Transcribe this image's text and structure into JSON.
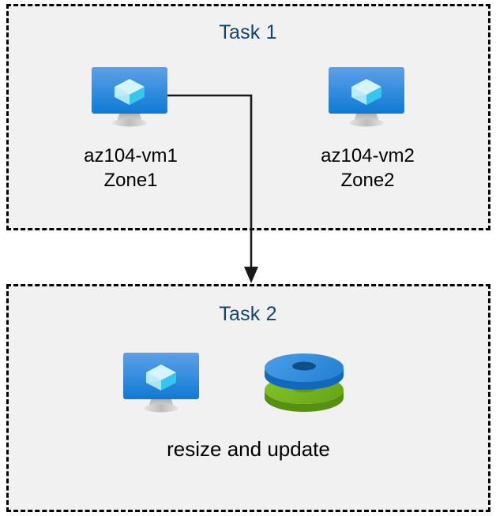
{
  "diagram": {
    "title": "Azure VM task flow diagram",
    "background_color": "#ffffff",
    "box_fill_color": "#f1f1f1",
    "box_border_color": "#000000",
    "title_color": "#10456e",
    "label_color": "#000000",
    "connector_color": "#1a1a1a"
  },
  "task1": {
    "title": "Task 1",
    "nodes": [
      {
        "icon": "virtual-machine-icon",
        "name_line1": "az104-vm1",
        "name_line2": "Zone1"
      },
      {
        "icon": "virtual-machine-icon",
        "name_line1": "az104-vm2",
        "name_line2": "Zone2"
      }
    ]
  },
  "task2": {
    "title": "Task 2",
    "nodes": [
      {
        "icon": "virtual-machine-icon"
      },
      {
        "icon": "disks-icon"
      }
    ],
    "caption": "resize and update"
  },
  "connector": {
    "from": "az104-vm1",
    "to": "Task 2",
    "arrowhead": "down-arrow"
  },
  "palette": {
    "vm_screen_top": "#5ea0e8",
    "vm_screen_bottom": "#0f7ad4",
    "vm_stand": "#b3b3b3",
    "cube_light": "#cdf2fb",
    "cube_mid": "#9fe3f7",
    "cube_dark": "#32c6f0",
    "disk_blue_top": "#3d96e3",
    "disk_blue_side": "#1572cc",
    "disk_blue_hole": "#10558f",
    "disk_green_top": "#7cbb20",
    "disk_green_side": "#5a9612",
    "disk_green_hole": "#5a9612"
  }
}
